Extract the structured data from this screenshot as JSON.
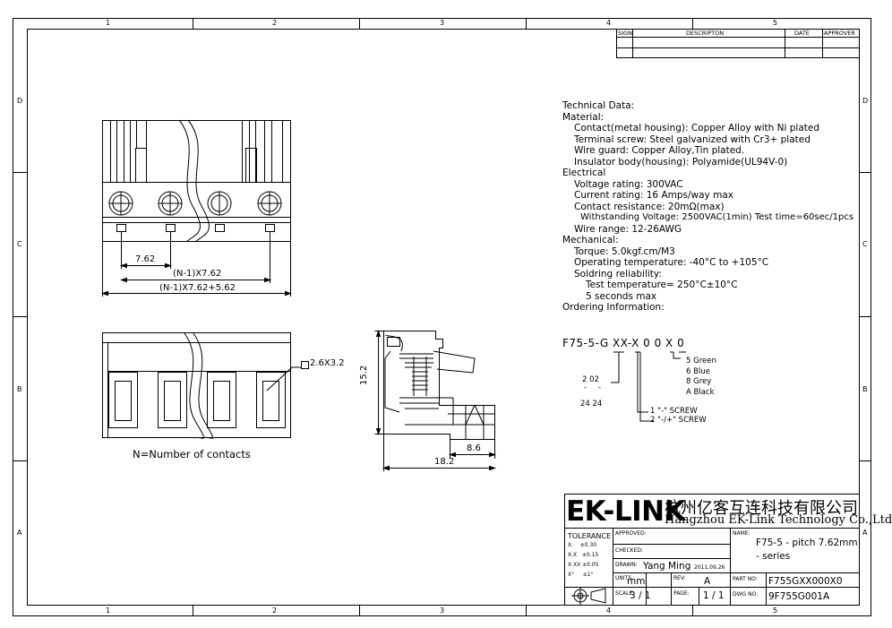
{
  "zones": {
    "columns": [
      "1",
      "2",
      "3",
      "4",
      "5"
    ],
    "rows": [
      "D",
      "C",
      "B",
      "A"
    ]
  },
  "revision_table": {
    "headers": [
      "SIGN",
      "DESCRIPTON",
      "DATE",
      "APPROVER"
    ]
  },
  "technical_data": {
    "lines": [
      "Technical Data:",
      "Material:",
      "Contact(metal housing): Copper Alloy with Ni plated",
      "Terminal screw: Steel galvanized with Cr3+ plated",
      "Wire guard: Copper Alloy,Tin plated.",
      "Insulator body(housing): Polyamide(UL94V-0)",
      "Electrical",
      "Voltage rating: 300VAC",
      "Current rating: 16 Amps/way max",
      "Contact resistance: 20mΩ(max)",
      "Withstanding Voltage: 2500VAC(1min) Test time=60sec/1pcs",
      "Wire range: 12-26AWG",
      "Mechanical:",
      "Torque: 5.0kgf.cm/M3",
      "Operating temperature: -40°C to +105°C",
      "Soldring reliability:",
      "Test temperature= 250°C±10°C",
      "5 seconds max",
      "Ordering Information:"
    ]
  },
  "ordering": {
    "code": "F75-5-G XX-X 0 0 X 0",
    "colors": [
      "5   Green",
      "6   Blue",
      "8   Grey",
      "A   Black"
    ],
    "pins_top": "2  02",
    "dash1": "-",
    "dash2": "-",
    "pins_bottom": "24  24",
    "screw_1": "1   \"-\" SCREW",
    "screw_2": "2  \"-/+\" SCREW"
  },
  "dimensions": {
    "pitch": "7.62",
    "n_pitch": "(N-1)X7.62",
    "total": "(N-1)X7.62+5.62",
    "pin": "2.6X3.2",
    "height": "15.2",
    "depth_small": "8.6",
    "depth": "18.2",
    "contacts_note": "N=Number of contacts"
  },
  "title_block": {
    "logo": "EK-LINK",
    "company_cn": "杭州亿客互连科技有限公司",
    "company_en": "Hangzhou EK-Link Technology Co.,Ltd",
    "tolerance_label": "TOLERANCE",
    "tol_x": "X.    ±0.30",
    "tol_xx": "X.X   ±0.15",
    "tol_xxx": "X.XX ±0.05",
    "tol_ang": "X°     ±1°",
    "approved_label": "APPROVED:",
    "checked_label": "CHECKED:",
    "drawn_label": "DRAWN:",
    "drawn_name": "Yang Ming",
    "drawn_date": "2011,09,26",
    "units_label": "UNITS:",
    "units_value": "mm",
    "rev_label": "REV:",
    "rev_value": "A",
    "scale_label": "SCALE:",
    "scale_value": "3 / 1",
    "page_label": "PAGE:",
    "page_value": "1 / 1",
    "name_label": "NAME:",
    "name_line1": "F75-5 - pitch 7.62mm",
    "name_line2": "- series",
    "partno_label": "PART NO:",
    "partno_value": "F755GXX000X0",
    "dwgno_label": "DWG NO:",
    "dwgno_value": "9F755G001A"
  }
}
